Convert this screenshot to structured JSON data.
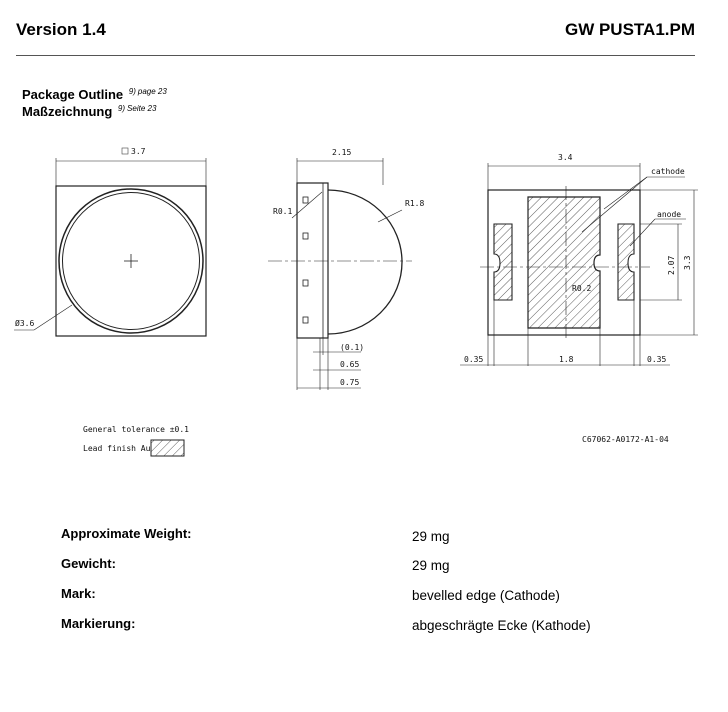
{
  "header": {
    "version": "Version 1.4",
    "product": "GW PUSTA1.PM"
  },
  "outline": {
    "title_en": "Package Outline",
    "title_de": "Maßzeichnung",
    "footnote": "9)",
    "page_en": "page 23",
    "page_de": "Seite 23"
  },
  "drawing": {
    "top_view": {
      "width": "3.7",
      "diameter": "Ø3.6"
    },
    "side_view": {
      "width": "2.15",
      "radius_small": "R0.1",
      "radius_large": "R1.8",
      "dim_01": "(0.1)",
      "dim_065": "0.65",
      "dim_075": "0.75"
    },
    "bottom_view": {
      "width": "3.4",
      "cathode": "cathode",
      "anode": "anode",
      "radius": "R0.2",
      "height_inner": "2.07",
      "height_outer": "3.3",
      "pad_left": "0.35",
      "pad_center": "1.8",
      "pad_right": "0.35"
    },
    "tolerance": "General tolerance ±0.1",
    "lead_finish": "Lead finish Au",
    "drawing_id": "C67062-A0172-A1-04"
  },
  "properties": [
    {
      "label": "Approximate Weight:",
      "value": "29 mg"
    },
    {
      "label": "Gewicht:",
      "value": "29 mg"
    },
    {
      "label": "Mark:",
      "value": "bevelled edge (Cathode)"
    },
    {
      "label": "Markierung:",
      "value": "abgeschrägte Ecke (Kathode)"
    }
  ]
}
